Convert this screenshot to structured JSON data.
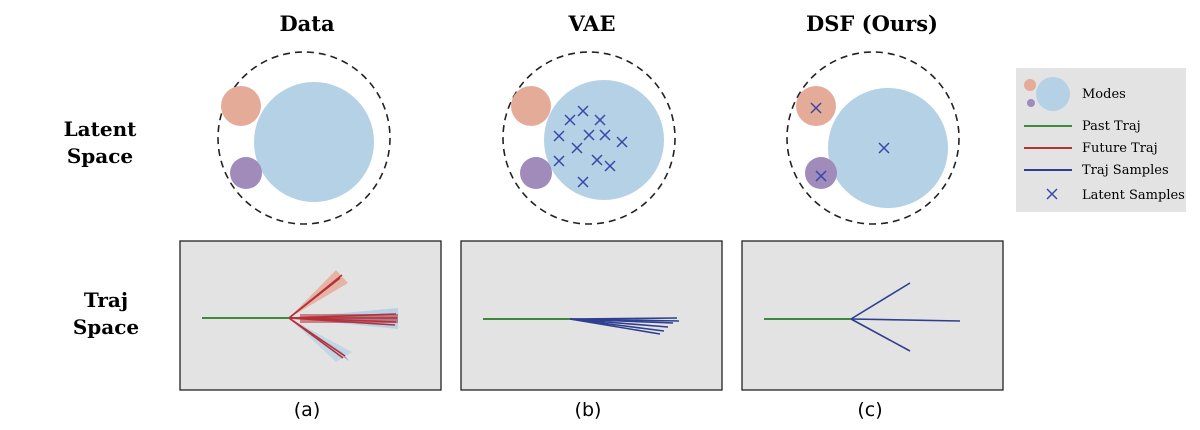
{
  "columns": [
    {
      "title": "Data",
      "caption": "(a)"
    },
    {
      "title": "VAE",
      "caption": "(b)"
    },
    {
      "title": "DSF (Ours)",
      "caption": "(c)"
    }
  ],
  "rows": {
    "latent": [
      "Latent",
      "Space"
    ],
    "traj": [
      "Traj",
      "Space"
    ]
  },
  "legend": {
    "items": [
      {
        "label": "Modes"
      },
      {
        "label": "Past Traj"
      },
      {
        "label": "Future Traj"
      },
      {
        "label": "Traj Samples"
      },
      {
        "label": "Latent Samples"
      }
    ]
  },
  "colors": {
    "mode_large": "#b4d1e6",
    "mode_orange": "#e5ab99",
    "mode_purple": "#a08bbb",
    "past_traj": "#3c8a3c",
    "future_traj": "#b5323a",
    "traj_samples": "#2e3f8f",
    "latent_samples": "#3848a8",
    "panel_bg": "#e3e3e3"
  }
}
